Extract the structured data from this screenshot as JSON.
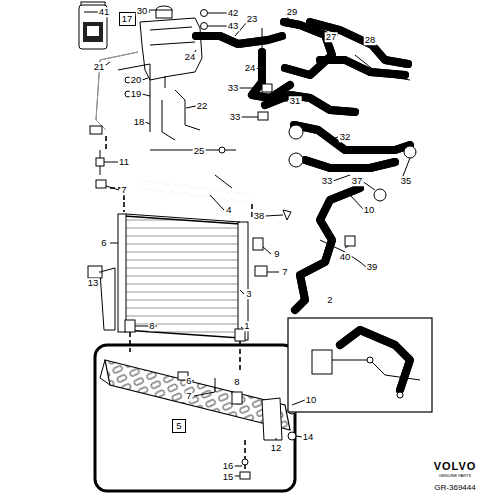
{
  "diagram": {
    "nodes": [
      {
        "text": [
          "17"
        ]
      },
      {
        "text": [
          "5"
        ]
      }
    ],
    "labels": [
      "41",
      "30",
      "42",
      "43",
      "23",
      "29",
      "27",
      "28",
      "24",
      "21",
      "20",
      "19",
      "24",
      "33",
      "31",
      "18",
      "22",
      "33",
      "32",
      "25",
      "33",
      "37",
      "35",
      "11",
      "7",
      "4",
      "38",
      "10",
      "9",
      "7",
      "6",
      "13",
      "40",
      "39",
      "3",
      "8",
      "1",
      "2",
      "6",
      "7",
      "8",
      "10",
      "12",
      "14",
      "16",
      "15",
      "VOLVO",
      "GENUINE PARTS",
      "GR-369444"
    ]
  }
}
